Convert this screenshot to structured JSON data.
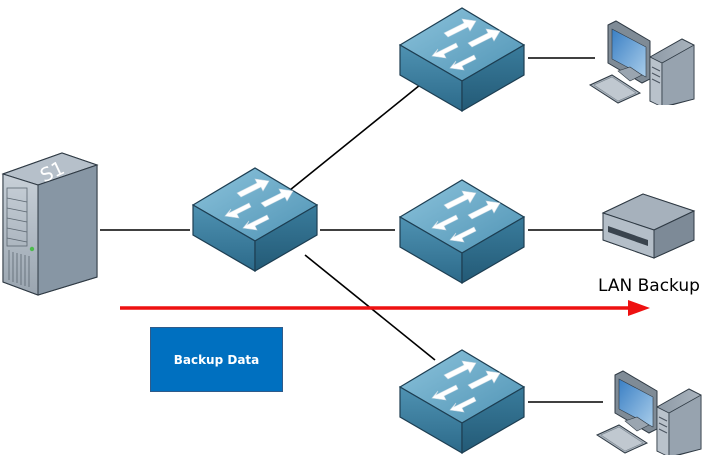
{
  "diagram": {
    "server": {
      "label": "S1",
      "type": "server"
    },
    "switches": [
      {
        "id": "core-switch",
        "role": "core"
      },
      {
        "id": "switch-top",
        "role": "access"
      },
      {
        "id": "switch-middle",
        "role": "access"
      },
      {
        "id": "switch-bottom",
        "role": "access"
      }
    ],
    "endpoints": [
      {
        "id": "pc-top",
        "type": "workstation"
      },
      {
        "id": "backup-device",
        "type": "tape-backup",
        "label": "LAN Backup"
      },
      {
        "id": "pc-bottom",
        "type": "workstation"
      }
    ],
    "flow": {
      "label": "Backup Data",
      "direction": "left-to-right",
      "color": "#ee1111"
    },
    "colors": {
      "switch": "#4a8fb0",
      "box": "#0070c0",
      "arrow": "#ee1111"
    }
  }
}
